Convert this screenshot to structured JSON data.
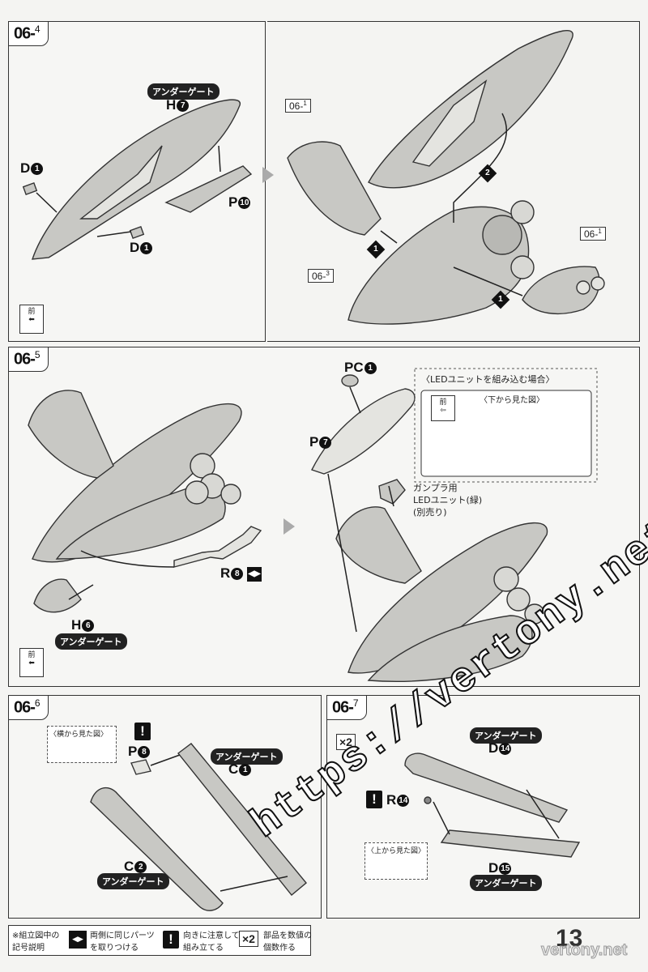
{
  "colors": {
    "part_fill": "#c8c8c4",
    "line": "#333333",
    "panel_bg": "#f6f6f4"
  },
  "steps": {
    "s064": {
      "num": "06",
      "sub": "4"
    },
    "s065": {
      "num": "06",
      "sub": "5"
    },
    "s066": {
      "num": "06",
      "sub": "6"
    },
    "s067": {
      "num": "06",
      "sub": "7"
    }
  },
  "labels": {
    "under_gate": "アンダーゲート",
    "front": "前",
    "h7": "H",
    "h7n": "7",
    "d1": "D",
    "d1n": "1",
    "p10": "P",
    "p10n": "10",
    "r8": "R",
    "r8n": "8",
    "h6": "H",
    "h6n": "6",
    "pc1": "PC",
    "pc1n": "1",
    "p7": "P",
    "p7n": "7",
    "p8": "P",
    "p8n": "8",
    "c1": "C",
    "c1n": "1",
    "c2": "C",
    "c2n": "2",
    "d14": "D",
    "d14n": "14",
    "d15": "D",
    "d15n": "15",
    "r14": "R",
    "r14n": "14",
    "step1": "1",
    "step2": "2"
  },
  "refs": {
    "r061": "06",
    "r061s": "1",
    "r063": "06",
    "r063s": "3"
  },
  "led": {
    "title": "〈LEDユニットを組み込む場合〉",
    "bottom_view": "〈下から見た図〉",
    "unit_line1": "ガンプラ用",
    "unit_line2": "LEDユニット(緑)",
    "unit_line3": "(別売り)"
  },
  "views": {
    "side": "〈横から見た図〉",
    "top": "〈上から見た図〉"
  },
  "multiplier": "×2",
  "legend": {
    "title_line1": "※組立図中の",
    "title_line2": "記号説明",
    "item1_line1": "両側に同じパーツ",
    "item1_line2": "を取りつける",
    "item2_line1": "向きに注意して",
    "item2_line2": "組み立てる",
    "item3_line1": "部品を数値の",
    "item3_line2": "個数作る",
    "excl": "!"
  },
  "page_number": "13",
  "watermark": "https://vertony.net/",
  "watermark_small": "vertony.net"
}
